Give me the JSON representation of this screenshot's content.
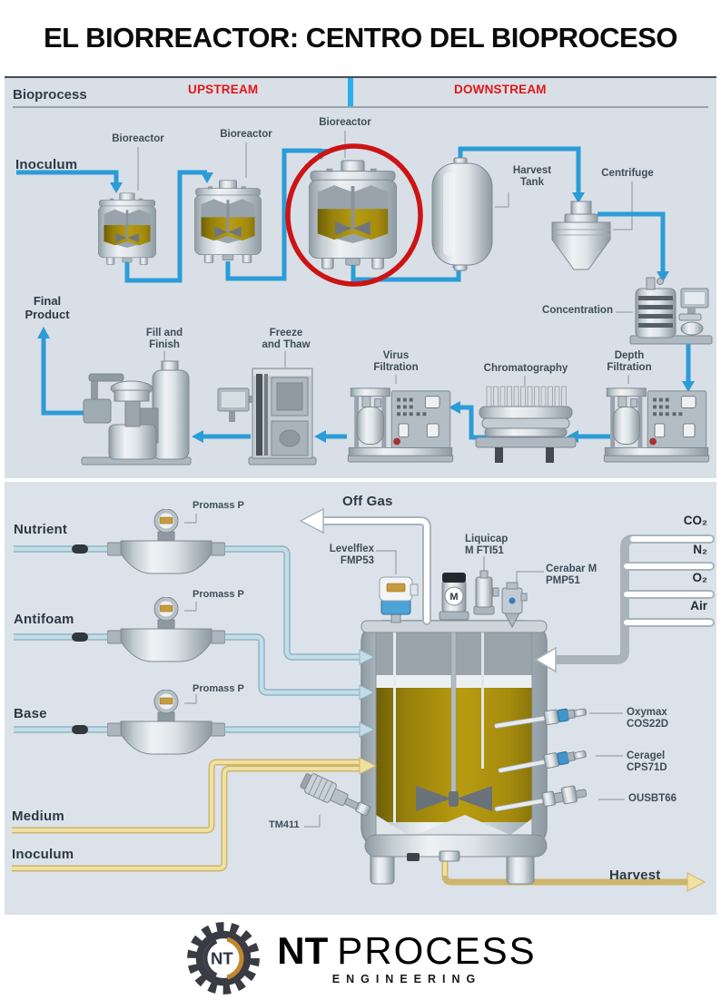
{
  "title": "EL BIORREACTOR: CENTRO DEL BIOPROCESO",
  "overview": {
    "header": {
      "panel_label": "Bioprocess",
      "upstream": "UPSTREAM",
      "downstream": "DOWNSTREAM"
    },
    "stages": {
      "inoculum": "Inoculum",
      "bioreactor_1": "Bioreactor",
      "bioreactor_2": "Bioreactor",
      "bioreactor_3": "Bioreactor",
      "harvest_tank": "Harvest\nTank",
      "centrifuge": "Centrifuge",
      "concentration": "Concentration",
      "depth_filtration": "Depth\nFiltration",
      "chromatography": "Chromatography",
      "virus_filtration": "Virus\nFiltration",
      "freeze_and_thaw": "Freeze\nand Thaw",
      "fill_and_finish": "Fill and\nFinish",
      "final_product": "Final\nProduct"
    }
  },
  "instrumentation": {
    "feeds": {
      "nutrient": "Nutrient",
      "antifoam": "Antifoam",
      "base": "Base",
      "medium": "Medium",
      "inoculum": "Inoculum"
    },
    "flowmeter_nutrient": "Promass P",
    "flowmeter_antifoam": "Promass P",
    "flowmeter_base": "Promass P",
    "gases": [
      "CO₂",
      "N₂",
      "O₂",
      "Air"
    ],
    "off_gas": "Off Gas",
    "harvest": "Harvest",
    "sensors": {
      "levelflex": "Levelflex\nFMP53",
      "liquicap": "Liquicap\nM FTI51",
      "cerabar": "Cerabar M\nPMP51",
      "oxymax": "Oxymax\nCOS22D",
      "ceragel": "Ceragel\nCPS71D",
      "ousbt": "OUSBT66",
      "tm411": "TM411",
      "agitator_motor": "M"
    }
  },
  "logo": {
    "monogram": "NT",
    "brand_bold": "NT",
    "brand_light": "PROCESS",
    "subtitle": "ENGINEERING"
  },
  "colors": {
    "flow_blue": "#2b9cd8",
    "feed_blue": "#c3dce7",
    "feed_yellow": "#f0e1a2",
    "broth_gold": "#a98f10",
    "highlight_red": "#cc1414",
    "accent_text_red": "#e01717",
    "divider_blue": "#29b0e8",
    "logo_orange": "#c2862f"
  }
}
